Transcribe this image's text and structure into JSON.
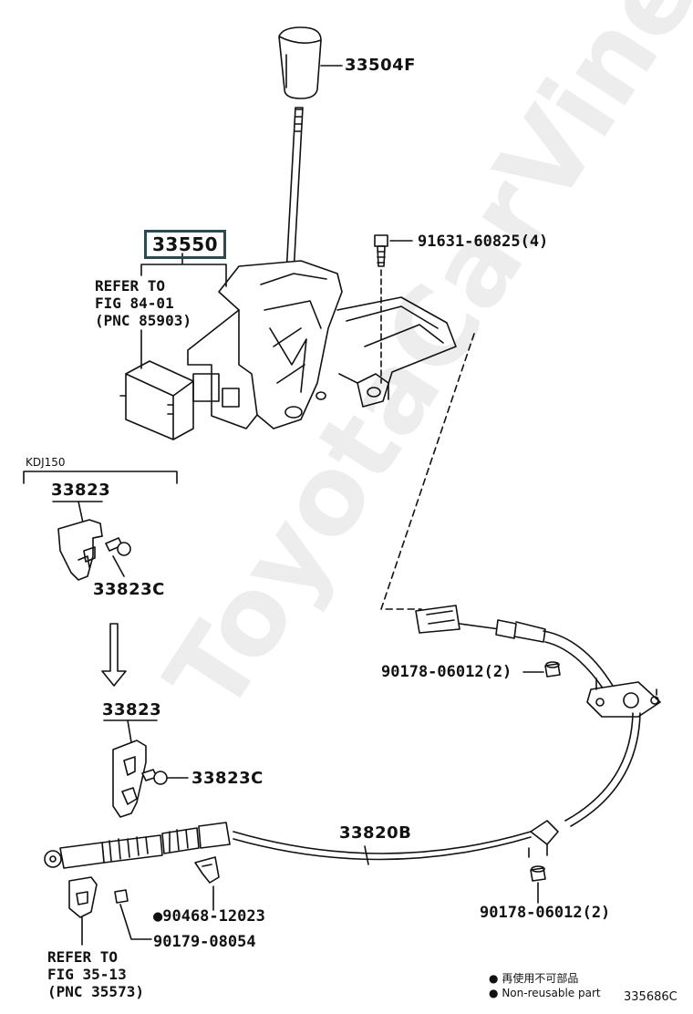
{
  "watermark": "ToyotaCarVine.ru",
  "parts": {
    "knob": "33504F",
    "shift_lever_assy": "33550",
    "bolt": "91631-60825(4)",
    "kdj_bracket": "33823",
    "kdj_bracket_clip": "33823C",
    "bracket": "33823",
    "bracket_clip": "33823C",
    "cable": "33820B",
    "nut_upper": "90178-06012(2)",
    "nut_lower": "90178-06012(2)",
    "clip": "●90468-12023",
    "nut_small": "90179-08054"
  },
  "refers": {
    "fig84": [
      "REFER TO",
      "FIG 84-01",
      "(PNC 85903)"
    ],
    "fig35": [
      "REFER TO",
      "FIG 35-13",
      "(PNC 35573)"
    ]
  },
  "model_bracket_label": "KDJ150",
  "legend": {
    "japanese": "再使用不可部品",
    "english": "Non-reusable part"
  },
  "diagram_id": "335686C",
  "colors": {
    "line": "#111111",
    "box_border": "#2d4a52"
  }
}
